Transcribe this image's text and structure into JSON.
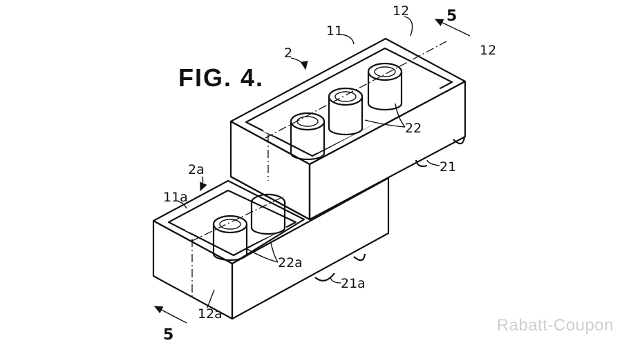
{
  "figure": {
    "title": "FIG. 4.",
    "labels": {
      "brick_upper": "2",
      "wall_upper": "11",
      "edge_top": "12",
      "edge_right": "12",
      "section_top": "5",
      "tubes_upper": "22",
      "studs_upper": "21",
      "brick_lower": "2a",
      "wall_lower": "11a",
      "tubes_lower": "22a",
      "studs_lower": "21a",
      "edge_lower": "12a",
      "section_bottom": "5"
    }
  },
  "watermark": "Rabatt-Coupon"
}
